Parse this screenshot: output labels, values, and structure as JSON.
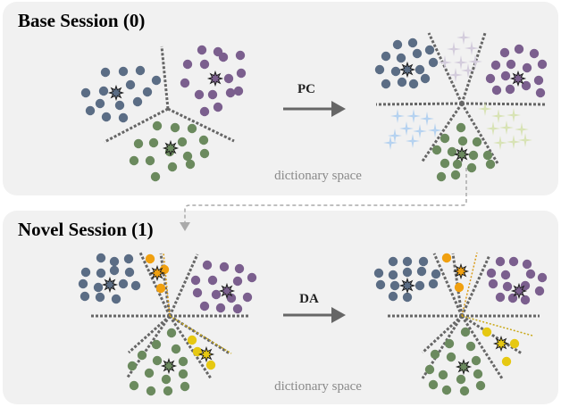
{
  "panels": {
    "base": {
      "title": "Base Session (0)"
    },
    "novel": {
      "title": "Novel Session (1)"
    }
  },
  "arrows": {
    "pc": {
      "label": "PC"
    },
    "da": {
      "label": "DA"
    }
  },
  "captions": {
    "base": "dictionary space",
    "novel": "dictionary space"
  },
  "colors": {
    "panel_bg": "#f1f1f1",
    "blue": "#5b6d85",
    "purple": "#7b5f8e",
    "green": "#6b8a5e",
    "orange": "#f0a010",
    "yellow": "#e6c812",
    "light_purple": "#d3ccdc",
    "light_blue": "#b5d2f0",
    "light_green": "#d8e3b5",
    "separator": "#666666",
    "orange_line": "#d99b1a",
    "yellow_line": "#c9a816",
    "arrow": "#666666",
    "connector": "#aaaaaa"
  }
}
